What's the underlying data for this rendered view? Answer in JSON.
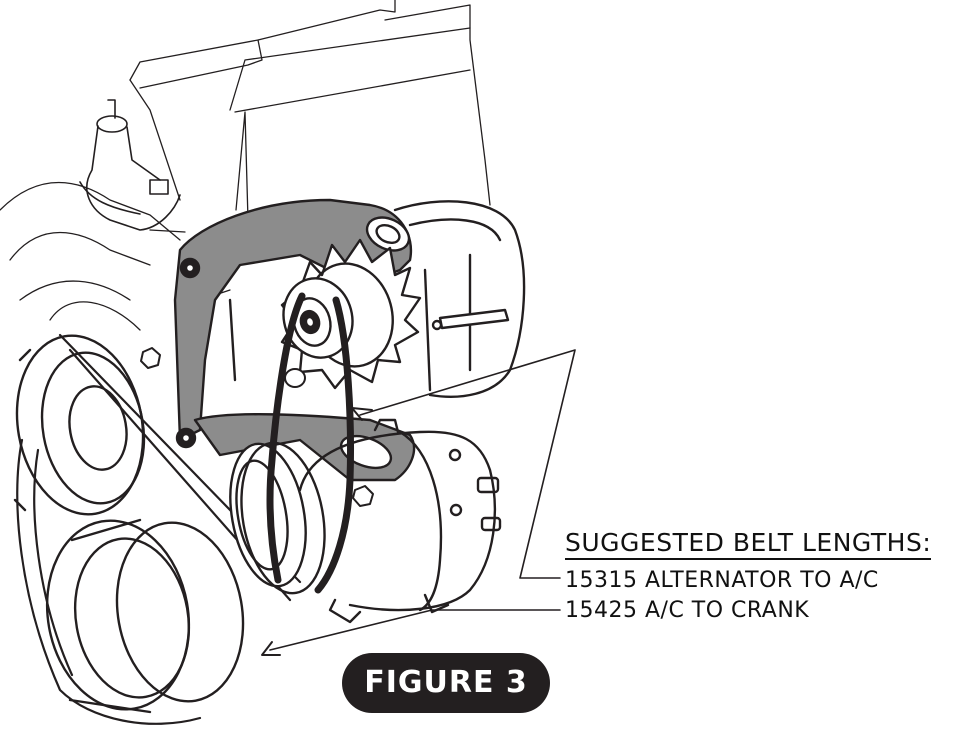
{
  "legend": {
    "title": "SUGGESTED BELT LENGTHS:",
    "items": [
      "15315 ALTERNATOR TO A/C",
      "15425 A/C TO CRANK"
    ]
  },
  "figure_label": "FIGURE 3",
  "colors": {
    "ink": "#231f20",
    "bracket_fill": "#8c8c8c",
    "background": "#ffffff"
  }
}
